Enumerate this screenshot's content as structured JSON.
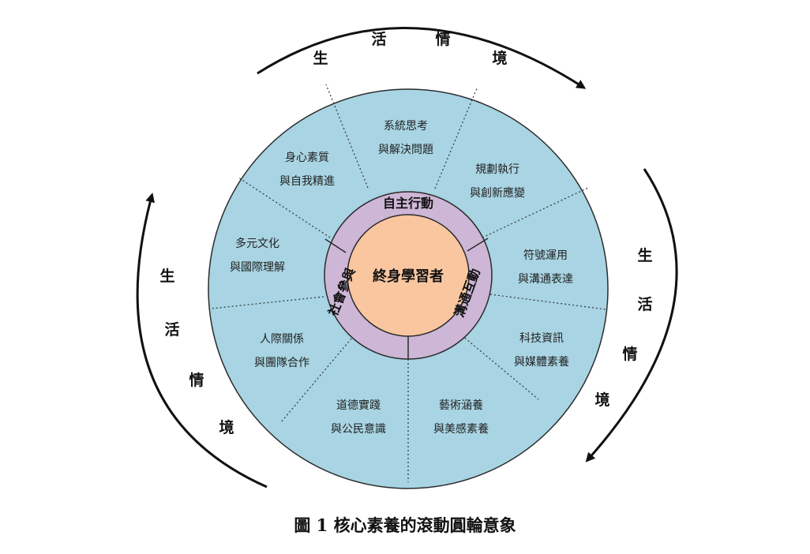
{
  "context_label": [
    "生",
    "活",
    "情",
    "境"
  ],
  "core": "終身學習者",
  "ring": {
    "top": "自主行動",
    "left": "社會參與",
    "right": "溝通互動"
  },
  "segments": [
    {
      "line1": "系統思考",
      "line2": "與解決問題"
    },
    {
      "line1": "規劃執行",
      "line2": "與創新應變"
    },
    {
      "line1": "符號運用",
      "line2": "與溝通表達"
    },
    {
      "line1": "科技資訊",
      "line2": "與媒體素養"
    },
    {
      "line1": "藝術涵養",
      "line2": "與美感素養"
    },
    {
      "line1": "道德實踐",
      "line2": "與公民意識"
    },
    {
      "line1": "人際關係",
      "line2": "與團隊合作"
    },
    {
      "line1": "多元文化",
      "line2": "與國際理解"
    },
    {
      "line1": "身心素質",
      "line2": "與自我精進"
    }
  ],
  "caption": "圖 1 核心素養的滾動圓輪意象",
  "colors": {
    "outer_fill": "#a8d4e3",
    "ring_fill": "#cdb6d6",
    "core_fill": "#f9c6a0",
    "stroke": "#2b2b2b"
  }
}
